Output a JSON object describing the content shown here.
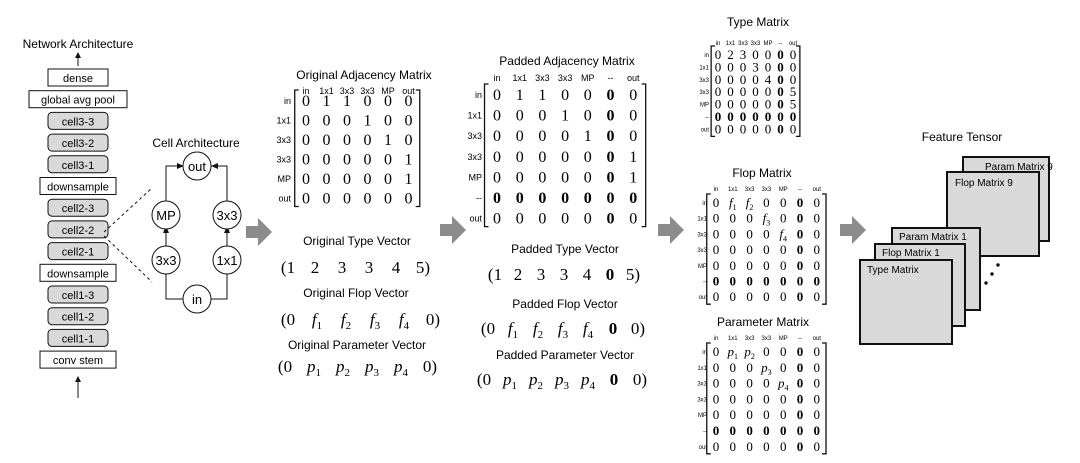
{
  "network": {
    "title": "Network Architecture",
    "layers": [
      "dense",
      "global avg pool",
      "cell3-3",
      "cell3-2",
      "cell3-1",
      "downsample",
      "cell2-3",
      "cell2-2",
      "cell2-1",
      "downsample",
      "cell1-3",
      "cell1-2",
      "cell1-1",
      "conv stem"
    ]
  },
  "cell": {
    "title": "Cell Architecture",
    "nodes": {
      "out": "out",
      "mp": "MP",
      "c3a": "3x3",
      "c3b": "3x3",
      "c1": "1x1",
      "in": "in"
    }
  },
  "original": {
    "adj_title": "Original Adjacency Matrix",
    "cols": [
      "in",
      "1x1",
      "3x3",
      "3x3",
      "MP",
      "out"
    ],
    "rows": [
      "in",
      "1x1",
      "3x3",
      "3x3",
      "MP",
      "out"
    ],
    "adj": [
      [
        "0",
        "1",
        "1",
        "0",
        "0",
        "0"
      ],
      [
        "0",
        "0",
        "0",
        "1",
        "0",
        "0"
      ],
      [
        "0",
        "0",
        "0",
        "0",
        "1",
        "0"
      ],
      [
        "0",
        "0",
        "0",
        "0",
        "0",
        "1"
      ],
      [
        "0",
        "0",
        "0",
        "0",
        "0",
        "1"
      ],
      [
        "0",
        "0",
        "0",
        "0",
        "0",
        "0"
      ]
    ],
    "type_title": "Original Type Vector",
    "type_vec": [
      "(1",
      "2",
      "3",
      "3",
      "4",
      "5)"
    ],
    "flop_title": "Original Flop Vector",
    "flop_vec": [
      "(0",
      "f1",
      "f2",
      "f3",
      "f4",
      "0)"
    ],
    "param_title": "Original Parameter Vector",
    "param_vec": [
      "(0",
      "p1",
      "p2",
      "p3",
      "p4",
      "0)"
    ]
  },
  "padded": {
    "adj_title": "Padded Adjacency Matrix",
    "cols": [
      "in",
      "1x1",
      "3x3",
      "3x3",
      "MP",
      "--",
      "out"
    ],
    "rows": [
      "in",
      "1x1",
      "3x3",
      "3x3",
      "MP",
      "--",
      "out"
    ],
    "adj": [
      [
        "0",
        "1",
        "1",
        "0",
        "0",
        "0",
        "0"
      ],
      [
        "0",
        "0",
        "0",
        "1",
        "0",
        "0",
        "0"
      ],
      [
        "0",
        "0",
        "0",
        "0",
        "1",
        "0",
        "0"
      ],
      [
        "0",
        "0",
        "0",
        "0",
        "0",
        "0",
        "1"
      ],
      [
        "0",
        "0",
        "0",
        "0",
        "0",
        "0",
        "1"
      ],
      [
        "0",
        "0",
        "0",
        "0",
        "0",
        "0",
        "0"
      ],
      [
        "0",
        "0",
        "0",
        "0",
        "0",
        "0",
        "0"
      ]
    ],
    "type_title": "Padded Type Vector",
    "type_vec": [
      "(1",
      "2",
      "3",
      "3",
      "4",
      "0",
      "5)"
    ],
    "flop_title": "Padded Flop Vector",
    "flop_vec": [
      "(0",
      "f1",
      "f2",
      "f3",
      "f4",
      "0",
      "0)"
    ],
    "param_title": "Padded Parameter Vector",
    "param_vec": [
      "(0",
      "p1",
      "p2",
      "p3",
      "p4",
      "0",
      "0)"
    ]
  },
  "type_matrix": {
    "title": "Type Matrix",
    "cols": [
      "in",
      "1x1",
      "3x3",
      "3x3",
      "MP",
      "--",
      "out"
    ],
    "rows": [
      "in",
      "1x1",
      "3x3",
      "3x3",
      "MP",
      "--",
      "out"
    ],
    "m": [
      [
        "0",
        "2",
        "3",
        "0",
        "0",
        "0",
        "0"
      ],
      [
        "0",
        "0",
        "0",
        "3",
        "0",
        "0",
        "0"
      ],
      [
        "0",
        "0",
        "0",
        "0",
        "4",
        "0",
        "0"
      ],
      [
        "0",
        "0",
        "0",
        "0",
        "0",
        "0",
        "5"
      ],
      [
        "0",
        "0",
        "0",
        "0",
        "0",
        "0",
        "5"
      ],
      [
        "0",
        "0",
        "0",
        "0",
        "0",
        "0",
        "0"
      ],
      [
        "0",
        "0",
        "0",
        "0",
        "0",
        "0",
        "0"
      ]
    ]
  },
  "flop_matrix": {
    "title": "Flop Matrix",
    "cols": [
      "in",
      "1x1",
      "3x3",
      "3x3",
      "MP",
      "--",
      "out"
    ],
    "rows": [
      "in",
      "1x1",
      "3x3",
      "3x3",
      "MP",
      "--",
      "out"
    ],
    "m": [
      [
        "0",
        "f1",
        "f2",
        "0",
        "0",
        "0",
        "0"
      ],
      [
        "0",
        "0",
        "0",
        "f3",
        "0",
        "0",
        "0"
      ],
      [
        "0",
        "0",
        "0",
        "0",
        "f4",
        "0",
        "0"
      ],
      [
        "0",
        "0",
        "0",
        "0",
        "0",
        "0",
        "0"
      ],
      [
        "0",
        "0",
        "0",
        "0",
        "0",
        "0",
        "0"
      ],
      [
        "0",
        "0",
        "0",
        "0",
        "0",
        "0",
        "0"
      ],
      [
        "0",
        "0",
        "0",
        "0",
        "0",
        "0",
        "0"
      ]
    ]
  },
  "param_matrix": {
    "title": "Parameter Matrix",
    "cols": [
      "in",
      "1x1",
      "3x3",
      "3x3",
      "MP",
      "--",
      "out"
    ],
    "rows": [
      "in",
      "1x1",
      "3x3",
      "3x3",
      "MP",
      "--",
      "out"
    ],
    "m": [
      [
        "0",
        "p1",
        "p2",
        "0",
        "0",
        "0",
        "0"
      ],
      [
        "0",
        "0",
        "0",
        "p3",
        "0",
        "0",
        "0"
      ],
      [
        "0",
        "0",
        "0",
        "0",
        "p4",
        "0",
        "0"
      ],
      [
        "0",
        "0",
        "0",
        "0",
        "0",
        "0",
        "0"
      ],
      [
        "0",
        "0",
        "0",
        "0",
        "0",
        "0",
        "0"
      ],
      [
        "0",
        "0",
        "0",
        "0",
        "0",
        "0",
        "0"
      ],
      [
        "0",
        "0",
        "0",
        "0",
        "0",
        "0",
        "0"
      ]
    ]
  },
  "tensor": {
    "title": "Feature Tensor",
    "front": [
      "Type Matrix",
      "Flop Matrix 1",
      "Param Matrix 1"
    ],
    "back": [
      "Flop Matrix 9",
      "Param Matrix 9"
    ],
    "dots": "..."
  }
}
